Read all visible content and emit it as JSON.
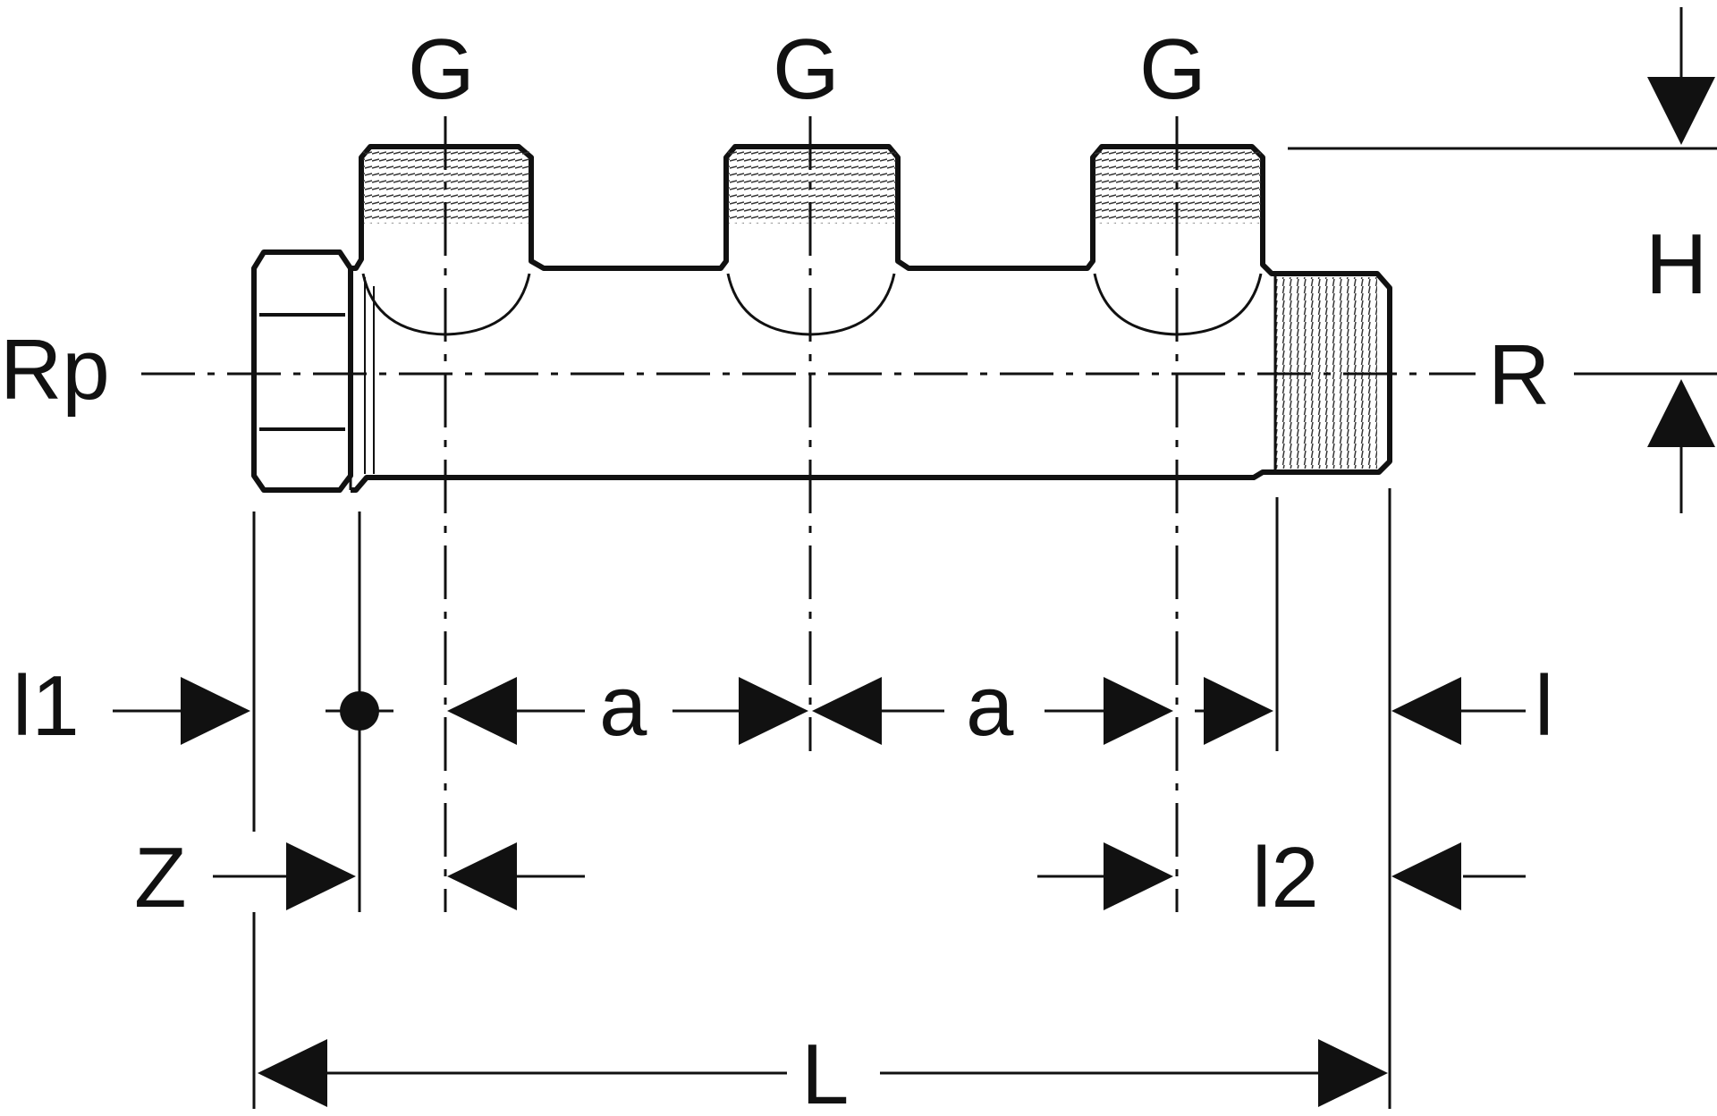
{
  "labels": {
    "g1": "G",
    "g2": "G",
    "g3": "G",
    "h": "H",
    "rp": "Rp",
    "r": "R",
    "l1": "l1",
    "a1": "a",
    "a2": "a",
    "l": "l",
    "z": "Z",
    "l2": "l2",
    "total_length": "L"
  },
  "colors": {
    "line": "#111111",
    "background": "#ffffff"
  }
}
